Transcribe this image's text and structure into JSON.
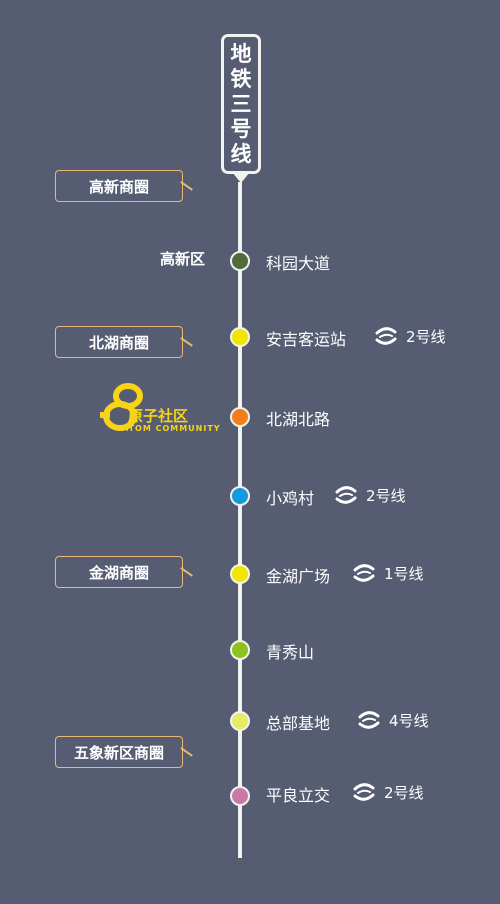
{
  "title_chars": [
    "地",
    "铁",
    "三",
    "号",
    "线"
  ],
  "zones": {
    "gaoxin": "高新商圈",
    "beihu": "北湖商圈",
    "jinhu": "金湖商圈",
    "wuxiang": "五象新区商圈"
  },
  "side_labels": {
    "gaoxin_district": "高新区"
  },
  "logo": {
    "main": "原子社区",
    "sub": "ATOM COMMUNITY"
  },
  "stations": [
    {
      "name": "科园大道",
      "color": "#4e6b3a",
      "transfer": ""
    },
    {
      "name": "安吉客运站",
      "color": "#f2e600",
      "transfer": "2号线"
    },
    {
      "name": "北湖北路",
      "color": "#f07f1b",
      "transfer": ""
    },
    {
      "name": "小鸡村",
      "color": "#139be0",
      "transfer": "2号线"
    },
    {
      "name": "金湖广场",
      "color": "#f2e600",
      "transfer": "1号线"
    },
    {
      "name": "青秀山",
      "color": "#8dc21f",
      "transfer": ""
    },
    {
      "name": "总部基地",
      "color": "#e8eb66",
      "transfer": "4号线"
    },
    {
      "name": "平良立交",
      "color": "#c87aa4",
      "transfer": "2号线"
    }
  ]
}
